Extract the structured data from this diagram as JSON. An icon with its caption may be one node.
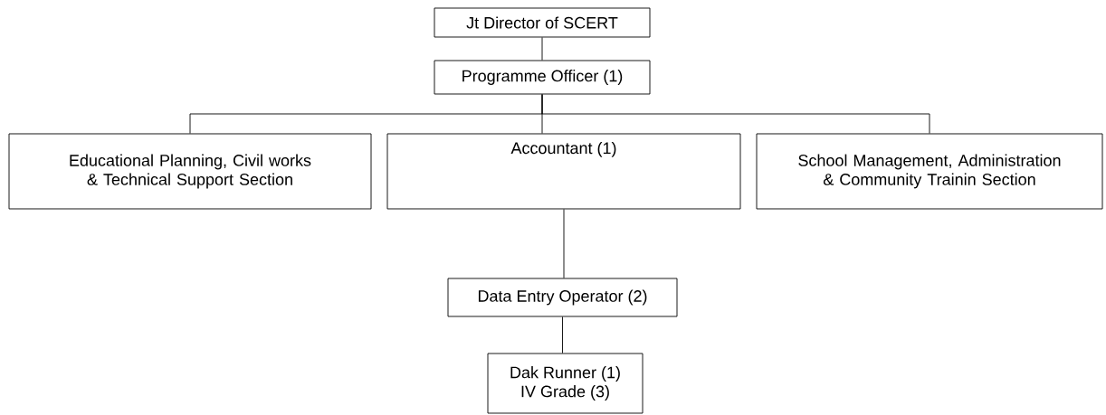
{
  "diagram": {
    "nodes": [
      {
        "text": [
          "Jt  Director of SCERT"
        ]
      },
      {
        "text": [
          "Programme Officer (1)"
        ]
      },
      {
        "text": [
          "Educational Planning, Civil works & Technical Support Section"
        ]
      },
      {
        "text": [
          "Accountant (1)"
        ]
      },
      {
        "text": [
          "School Management, Administration & Community Trainin Section"
        ]
      },
      {
        "text": [
          "Data Entry Operator (2)"
        ]
      },
      {
        "text": [
          "Dak Runner (1)",
          "IV Grade (3)"
        ]
      }
    ],
    "edges": [
      {
        "from": 0,
        "to": 1,
        "arrow": "none"
      },
      {
        "from": 1,
        "to": 2,
        "arrow": "none"
      },
      {
        "from": 1,
        "to": 3,
        "arrow": "none"
      },
      {
        "from": 1,
        "to": 4,
        "arrow": "none"
      },
      {
        "from": 3,
        "to": 5,
        "arrow": "none"
      },
      {
        "from": 5,
        "to": 6,
        "arrow": "none"
      }
    ]
  }
}
